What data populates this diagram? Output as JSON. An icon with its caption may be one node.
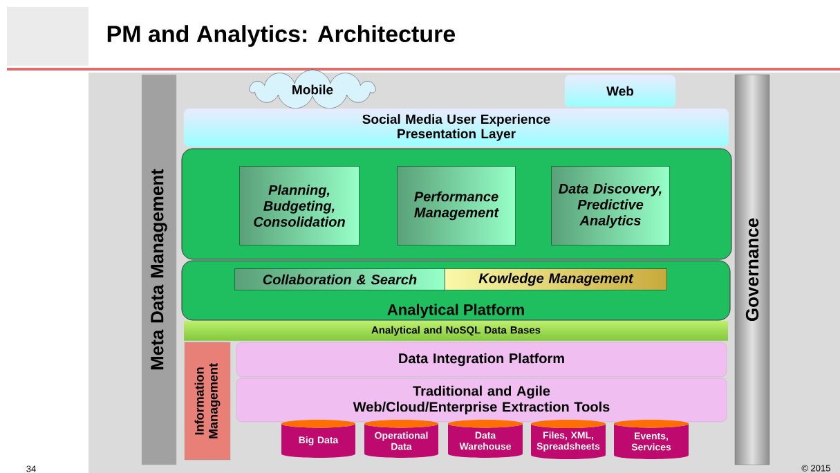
{
  "diagram": {
    "title": "PM and Analytics: Architecture",
    "nodes": [
      {
        "text": [
          "Mobile"
        ]
      },
      {
        "text": [
          "Web"
        ]
      },
      {
        "text": [
          "Social Media User Experience Presentation Layer"
        ]
      },
      {
        "text": [],
        "shape": "box"
      },
      {
        "text": [
          "Planning, Budgeting, Consolidation"
        ],
        "in": 3
      },
      {
        "text": [
          "Performance Management"
        ],
        "in": 3
      },
      {
        "text": [
          "Data Discovery, Predictive Analytics"
        ],
        "in": 3
      },
      {
        "text": [
          "Analytical Platform"
        ]
      },
      {
        "text": [
          "Collaboration & Search"
        ],
        "in": 7
      },
      {
        "text": [
          "Kowledge Management"
        ],
        "in": 7
      },
      {
        "text": [
          "Analytical and NoSQL Data Bases"
        ]
      },
      {
        "text": [
          "Information Management"
        ]
      },
      {
        "text": [
          "Data Integration Platform"
        ]
      },
      {
        "text": [
          "Traditional and Agile Web/Cloud/Enterprise Extraction Tools"
        ]
      },
      {
        "text": [
          "Big Data"
        ]
      },
      {
        "text": [
          "Operational Data"
        ]
      },
      {
        "text": [
          "Data Warehouse"
        ]
      },
      {
        "text": [
          "Files, XML, Spreadsheets"
        ]
      },
      {
        "text": [
          "Events, Services"
        ]
      },
      {
        "text": [
          "Meta Data Management"
        ]
      },
      {
        "text": [
          "Governance"
        ]
      }
    ],
    "edges": [],
    "labels": [
      "34",
      "© 2015"
    ]
  }
}
